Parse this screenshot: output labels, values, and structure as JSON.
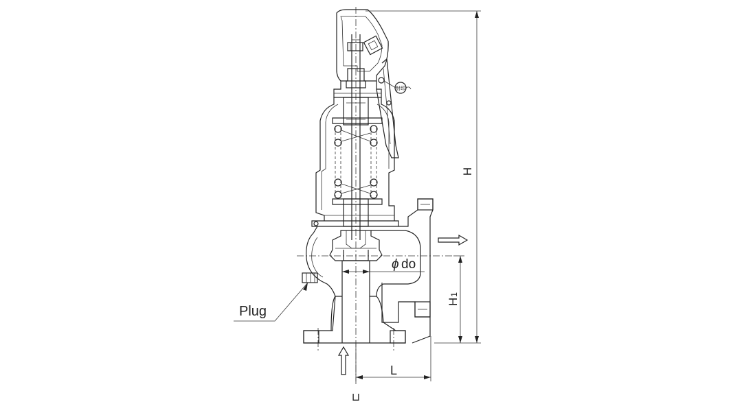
{
  "labels": {
    "plug": "Plug",
    "dia_symbol": "ϕ",
    "dia_text": "do",
    "height": "H",
    "height1_main": "H",
    "height1_sub": "1",
    "length": "L",
    "bottom_mark": "⊔",
    "seal_tag": "封印"
  }
}
